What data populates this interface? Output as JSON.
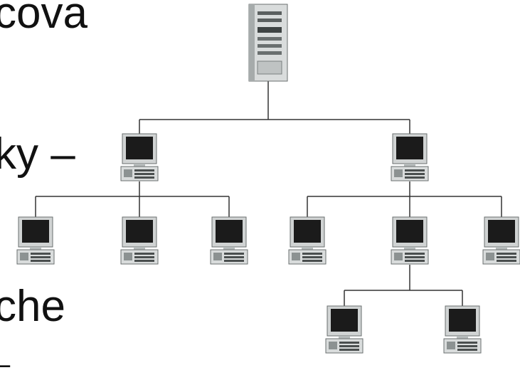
{
  "slide_text": [
    "cova",
    "ky –",
    "che",
    "  –  "
  ],
  "diagram": {
    "server": {
      "label": "",
      "icon": "tower-server-icon"
    },
    "level1": [
      {
        "label": "",
        "icon": "desktop-computer-icon",
        "children": [
          {
            "label": "",
            "icon": "desktop-computer-icon",
            "children": []
          },
          {
            "label": "",
            "icon": "desktop-computer-icon",
            "children": []
          },
          {
            "label": "",
            "icon": "desktop-computer-icon",
            "children": []
          }
        ]
      },
      {
        "label": "",
        "icon": "desktop-computer-icon",
        "children": [
          {
            "label": "",
            "icon": "desktop-computer-icon",
            "children": []
          },
          {
            "label": "",
            "icon": "desktop-computer-icon",
            "children": [
              {
                "label": "",
                "icon": "desktop-computer-icon"
              },
              {
                "label": "",
                "icon": "desktop-computer-icon"
              }
            ]
          },
          {
            "label": "",
            "icon": "desktop-computer-icon",
            "children": []
          }
        ]
      }
    ],
    "colors": {
      "line": "#333333",
      "screen": "#1b1b1b",
      "case": "#d9dcdc",
      "case_dark": "#9aa0a0"
    }
  }
}
